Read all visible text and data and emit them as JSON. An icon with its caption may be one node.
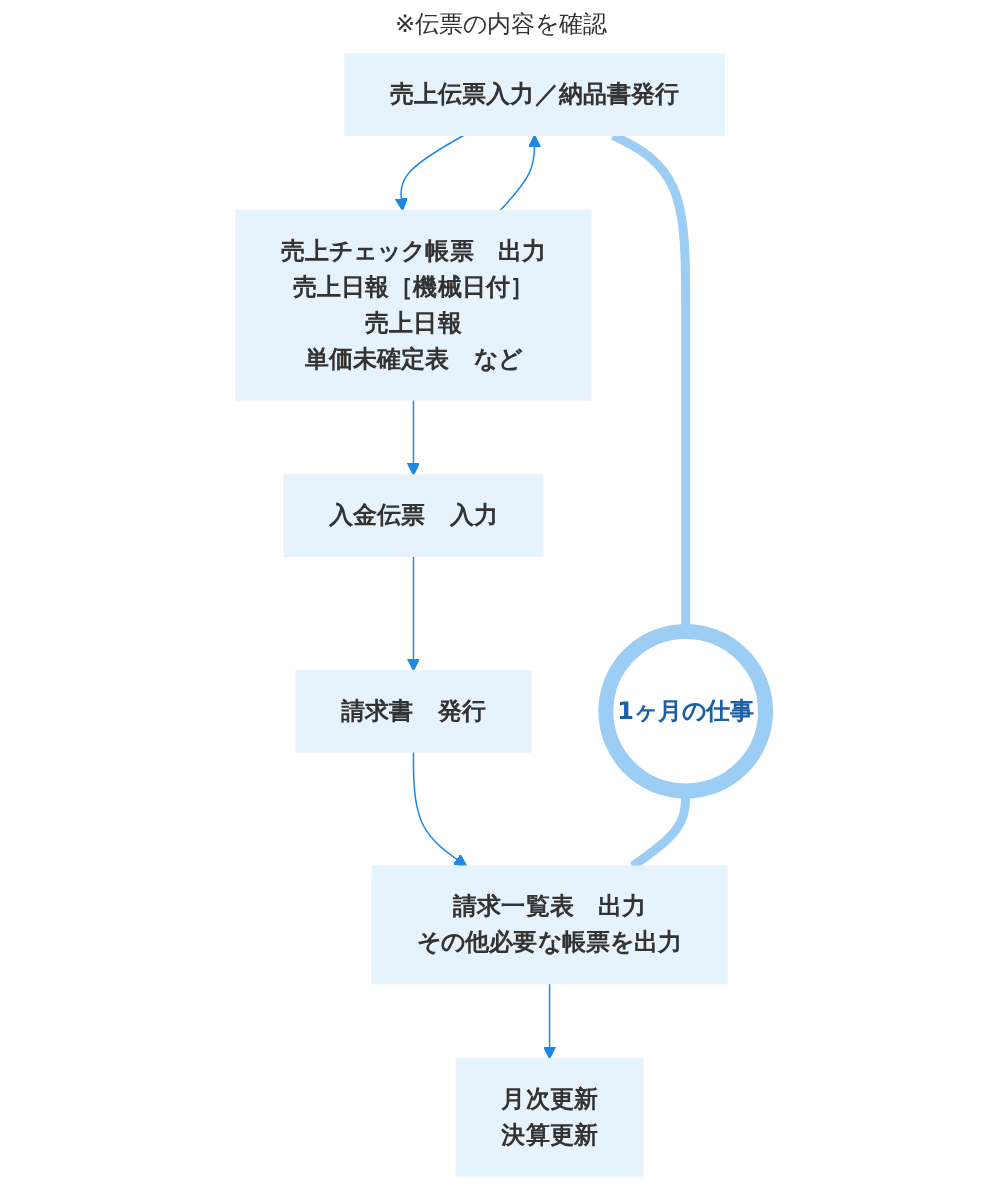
{
  "diagram": {
    "nodes": [
      {
        "text": [
          "売上伝票入力／納品書発行"
        ],
        "beside": [
          "※伝票の内容を確認"
        ]
      },
      {
        "text": [
          "売上チェック帳票　出力",
          "売上日報［機械日付］",
          "売上日報",
          "単価未確定表　など"
        ]
      },
      {
        "text": [
          "入金伝票　入力"
        ]
      },
      {
        "text": [
          "請求書　発行"
        ]
      },
      {
        "text": [
          "請求一覧表　出力",
          "その他必要な帳票を出力"
        ]
      },
      {
        "text": [
          "月次更新",
          "決算更新"
        ]
      },
      {
        "text": [
          "1ヶ月の仕事"
        ]
      }
    ],
    "edges": [
      {
        "from": 0,
        "to": 1,
        "arrow": "to",
        "color": "#1e88e5"
      },
      {
        "from": 1,
        "to": 2,
        "arrow": "to",
        "color": "#1e88e5"
      },
      {
        "from": 2,
        "to": 3,
        "arrow": "to",
        "color": "#1e88e5"
      },
      {
        "from": 3,
        "to": 4,
        "arrow": "to",
        "color": "#1e88e5"
      },
      {
        "from": 4,
        "to": 5,
        "arrow": "to",
        "color": "#1e88e5"
      },
      {
        "from": 1,
        "to": 0,
        "arrow": "to",
        "color": "#1e88e5"
      },
      {
        "from": 0,
        "to": 6,
        "arrow": "none",
        "style": "thick",
        "color": "#9ccdf4"
      },
      {
        "from": 6,
        "to": 4,
        "arrow": "none",
        "style": "thick",
        "color": "#9ccdf4"
      }
    ]
  }
}
